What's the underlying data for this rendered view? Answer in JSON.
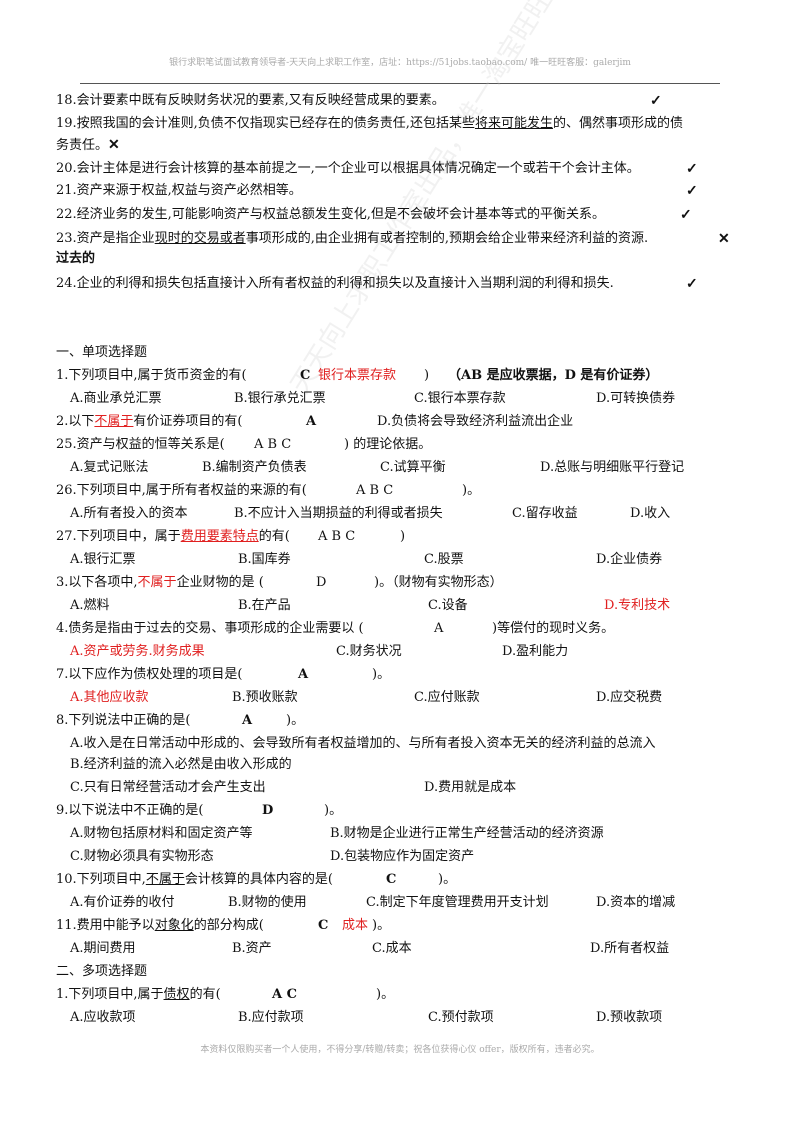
{
  "header": "银行求职笔试面试教育领导者-天天向上求职工作室，店址：https://51jobs.taobao.com/ 唯一旺旺客服：galerjim",
  "footer": "本资料仅限购买者一个人使用，不得分享/转赠/转卖；祝各位获得心仪 offer，版权所有，违者必究。",
  "watermark": "天天向上求职工作室出品，唯一淘宝旺旺客服：galerjim",
  "marks": {
    "check": "✓",
    "cross": "✕"
  },
  "judge": [
    {
      "text": "18.会计要素中既有反映财务状况的要素,又有反映经营成果的要素。"
    },
    {
      "text_a": "19.按照我国的会计准则,负债不仅指现实已经存在的债务责任,还包括某些",
      "text_u": "将来可能发生",
      "text_b": "的、偶然事项形成的债",
      "text_c": "务责任。"
    },
    {
      "text": "20.会计主体是进行会计核算的基本前提之一,一个企业可以根据具体情况确定一个或若干个会计主体。"
    },
    {
      "text": "21.资产来源于权益,权益与资产必然相等。"
    },
    {
      "text": "22.经济业务的发生,可能影响资产与权益总额发生变化,但是不会破坏会计基本等式的平衡关系。"
    },
    {
      "text_a": "23.资产是指企业",
      "text_u1": "现时的交易或者",
      "text_b": "事项形成的,由企业拥有或者控制的,预期会给企业带来经济利益的资源.",
      "note": "过去的"
    },
    {
      "text": "24.企业的利得和损失包括直接计入所有者权益的利得和损失以及直接计入当期利润的利得和损失."
    }
  ],
  "sec1": "一、单项选择题",
  "q1": {
    "stem": "1.下列项目中,属于货币资金的有(",
    "ans": "C",
    "ans_red": "银行本票存款",
    "close": ")",
    "note": "（AB 是应收票据，D 是有价证券）",
    "opts": [
      "A.商业承兑汇票",
      "B.银行承兑汇票",
      "C.银行本票存款",
      "D.可转换债券"
    ]
  },
  "q2": {
    "stem_a": "2.以下",
    "stem_red": "不属于",
    "stem_b": "有价证券项目的有(",
    "ans": "A",
    "optD": "D.负债将会导致经济利益流出企业"
  },
  "q25": {
    "stem": "25.资产与权益的恒等关系是(",
    "ans": "A B C",
    "close": ") 的理论依据。",
    "opts": [
      "A.复式记账法",
      "B.编制资产负债表",
      "C.试算平衡",
      "D.总账与明细账平行登记"
    ]
  },
  "q26": {
    "stem": "26.下列项目中,属于所有者权益的来源的有(",
    "ans": "A B C",
    "close": ")。",
    "opts": [
      "A.所有者投入的资本",
      "B.不应计入当期损益的利得或者损失",
      "C.留存收益",
      "D.收入"
    ]
  },
  "q27": {
    "stem_a": "27.下列项目中，属于",
    "stem_red": "费用要素特点",
    "stem_b": "的有(",
    "ans": "A B C",
    "close": ")",
    "opts": [
      "A.银行汇票",
      "B.国库券",
      "C.股票",
      "D.企业债券"
    ]
  },
  "q3": {
    "stem_a": "3.以下各项中,",
    "stem_red": "不属于",
    "stem_b": "企业财物的是 (",
    "ans": "D",
    "close": ")。（财物有实物形态）",
    "opts": [
      "A.燃料",
      "B.在产品",
      "C.设备",
      "D.专利技术"
    ]
  },
  "q4": {
    "stem": "4.债务是指由于过去的交易、事项形成的企业需要以 (",
    "ans": "A",
    "close": ")等偿付的现时义务。",
    "opts": [
      "A.资产或劳务.财务成果",
      "C.财务状况",
      "D.盈利能力"
    ]
  },
  "q7": {
    "stem": "7.以下应作为债权处理的项目是(",
    "ans": "A",
    "close": ")。",
    "opts": [
      "A.其他应收款",
      "B.预收账款",
      "C.应付账款",
      "D.应交税费"
    ]
  },
  "q8": {
    "stem": "8.下列说法中正确的是(",
    "ans": "A",
    "close": ")。",
    "optA": "A.收入是在日常活动中形成的、会导致所有者权益增加的、与所有者投入资本无关的经济利益的总流入",
    "optB": "B.经济利益的流入必然是由收入形成的",
    "optC": "C.只有日常经营活动才会产生支出",
    "optD": "D.费用就是成本"
  },
  "q9": {
    "stem": "9.以下说法中不正确的是(",
    "ans": "D",
    "close": ")。",
    "optA": "A.财物包括原材料和固定资产等",
    "optB": "B.财物是企业进行正常生产经营活动的经济资源",
    "optC": "C.财物必须具有实物形态",
    "optD": "D.包装物应作为固定资产"
  },
  "q10": {
    "stem_a": "10.下列项目中,",
    "stem_u": "不属于",
    "stem_b": "会计核算的具体内容的是(",
    "ans": "C",
    "close": ")。",
    "opts": [
      "A.有价证券的收付",
      "B.财物的使用",
      "C.制定下年度管理费用开支计划",
      "D.资本的增减"
    ]
  },
  "q11": {
    "stem_a": "11.费用中能予以",
    "stem_u": "对象化",
    "stem_b": "的部分构成(",
    "ans": "C",
    "ans_red": "成本",
    "close": ")。",
    "opts": [
      "A.期间费用",
      "B.资产",
      "C.成本",
      "D.所有者权益"
    ]
  },
  "sec2": "二、多项选择题",
  "m1": {
    "stem_a": "1.下列项目中,属于",
    "stem_u": "债权",
    "stem_b": "的有(",
    "ans": "A C",
    "close": ")。",
    "opts": [
      "A.应收款项",
      "B.应付款项",
      "C.预付款项",
      "D.预收款项"
    ]
  }
}
